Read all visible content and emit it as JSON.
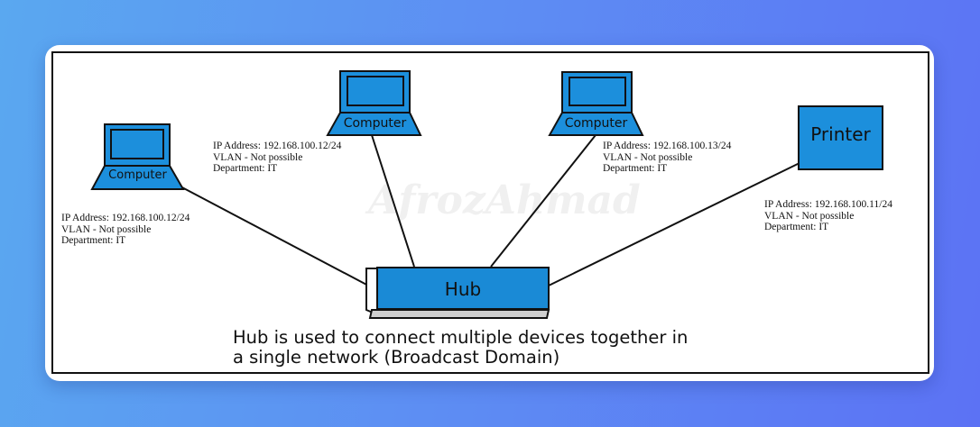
{
  "diagram": {
    "hub_label": "Hub",
    "printer_label": "Printer",
    "watermark_text": "AfrozAhmad",
    "caption_line1": "Hub is used to connect multiple devices together in",
    "caption_line2": "a single network (Broadcast Domain)",
    "devices": [
      {
        "label": "Computer",
        "ip": "IP Address: 192.168.100.12/24",
        "vlan": "VLAN - Not possible",
        "department": "Department: IT"
      },
      {
        "label": "Computer",
        "ip": "IP Address: 192.168.100.12/24",
        "vlan": "VLAN - Not possible",
        "department": "Department: IT"
      },
      {
        "label": "Computer",
        "ip": "IP Address: 192.168.100.13/24",
        "vlan": "VLAN - Not possible",
        "department": "Department: IT"
      },
      {
        "label": "Printer",
        "ip": "IP Address: 192.168.100.11/24",
        "vlan": "VLAN - Not possible",
        "department": "Department: IT"
      }
    ]
  },
  "colors": {
    "device_blue": "#1c8fdc",
    "hub_blue": "#1a8ad6",
    "outline": "#111111",
    "background_left": "#5aa8f0",
    "background_right": "#5c72f4"
  },
  "icons": [
    "laptop-icon",
    "printer-icon",
    "hub-icon"
  ]
}
